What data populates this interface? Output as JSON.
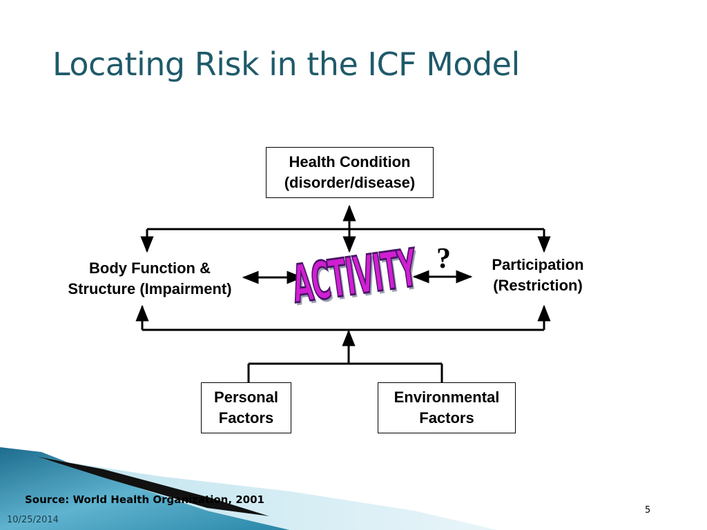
{
  "slide": {
    "title": "Locating Risk in the ICF Model",
    "date": "10/25/2014",
    "page_number": "5",
    "source": "Source: World Health Organization, 2001"
  },
  "diagram": {
    "health_condition": {
      "line1": "Health Condition",
      "line2": "(disorder/disease)"
    },
    "body_function": {
      "line1": "Body Function &",
      "line2": "Structure (Impairment)"
    },
    "activity": "ACTIVITY",
    "question_mark": "?",
    "participation": {
      "line1": "Participation",
      "line2": "(Restriction)"
    },
    "personal_factors": {
      "line1": "Personal",
      "line2": "Factors"
    },
    "environmental_factors": {
      "line1": "Environmental",
      "line2": "Factors"
    }
  },
  "colors": {
    "title": "#1f5a6a",
    "accent_teal": "#2c7f9e",
    "activity_fill": "#d01fd2"
  }
}
